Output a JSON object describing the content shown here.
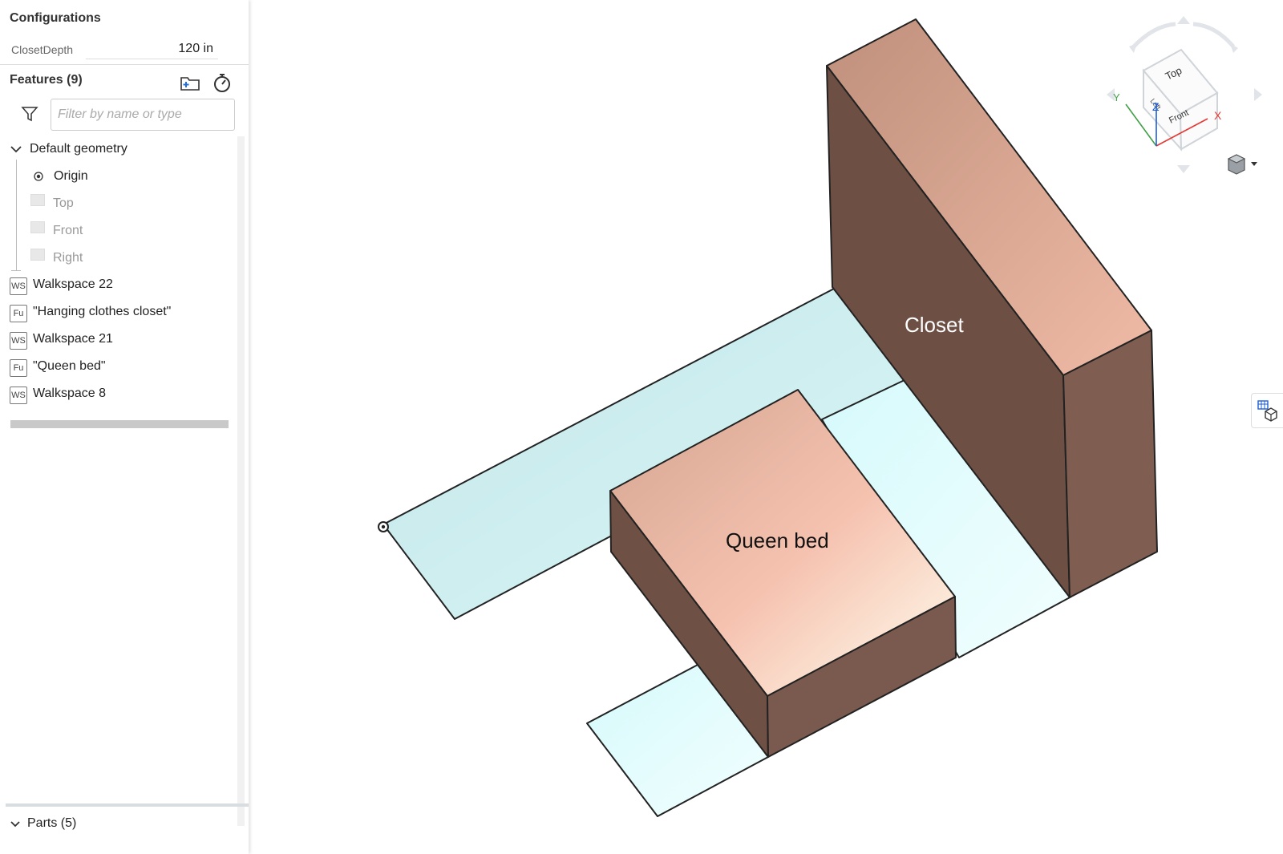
{
  "configurations": {
    "title": "Configurations",
    "param_name": "ClosetDepth",
    "param_value": "120 in"
  },
  "features": {
    "title": "Features (9)",
    "filter_placeholder": "Filter by name or type",
    "default_geometry": {
      "label": "Default geometry",
      "children": [
        "Origin",
        "Top",
        "Front",
        "Right"
      ]
    },
    "items": [
      {
        "badge": "WS",
        "label": "Walkspace 22"
      },
      {
        "badge": "Fu",
        "label": "\"Hanging clothes closet\""
      },
      {
        "badge": "WS",
        "label": "Walkspace 21"
      },
      {
        "badge": "Fu",
        "label": "\"Queen bed\""
      },
      {
        "badge": "WS",
        "label": "Walkspace 8"
      }
    ]
  },
  "parts": {
    "label": "Parts (5)"
  },
  "viewport": {
    "closet_label": "Closet",
    "bed_label": "Queen bed",
    "navcube": {
      "top": "Top",
      "front": "Front",
      "left": "Left",
      "axis_x": "X",
      "axis_y": "Y",
      "axis_z": "Z"
    }
  },
  "colors": {
    "walkspace": "#c9ecee",
    "closet_top": "#c79a86",
    "closet_front": "#6d4f44",
    "closet_side": "#7f5e51",
    "bed_top": "#e6b7a3",
    "bed_side": "#7a5a4e",
    "axis_x": "#e53935",
    "axis_y": "#43a047",
    "axis_z": "#1e5fd6"
  },
  "icons": [
    "filter-icon",
    "add-folder-icon",
    "stopwatch-icon",
    "origin-icon",
    "plane-icon",
    "chevron-down-icon",
    "view-cube-icon",
    "display-mode-icon"
  ]
}
